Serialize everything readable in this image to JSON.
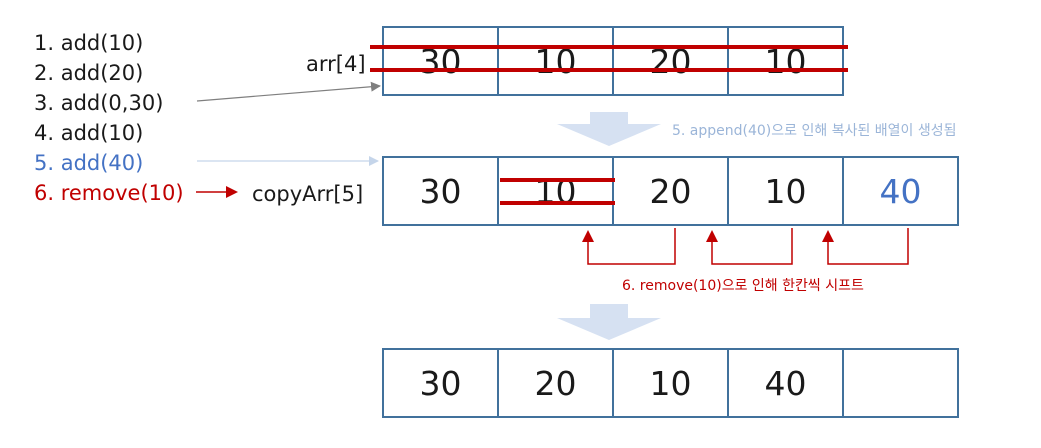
{
  "operations": [
    {
      "text": "1. add(10)",
      "style": "normal"
    },
    {
      "text": "2. add(20)",
      "style": "normal"
    },
    {
      "text": "3. add(0,30)",
      "style": "normal"
    },
    {
      "text": "4. add(10)",
      "style": "normal"
    },
    {
      "text": "5. add(40)",
      "style": "blue"
    },
    {
      "text": "6. remove(10)",
      "style": "red"
    }
  ],
  "arrays": {
    "original": {
      "label": "arr[4]",
      "cells": [
        "30",
        "10",
        "20",
        "10"
      ]
    },
    "copy": {
      "label": "copyArr[5]",
      "cells": [
        "30",
        "10",
        "20",
        "10",
        "40"
      ]
    },
    "result": {
      "cells": [
        "30",
        "20",
        "10",
        "40",
        ""
      ]
    }
  },
  "notes": {
    "append": "5. append(40)으로 인해 복사된 배열이 생성됨",
    "shift": "6. remove(10)으로 인해 한칸씩 시프트"
  },
  "colors": {
    "border": "#41719c",
    "strike": "#c00000",
    "blue_text": "#4472c4",
    "down_arrow": "#d6e1f2",
    "gray_arrow": "#7f7f7f"
  }
}
